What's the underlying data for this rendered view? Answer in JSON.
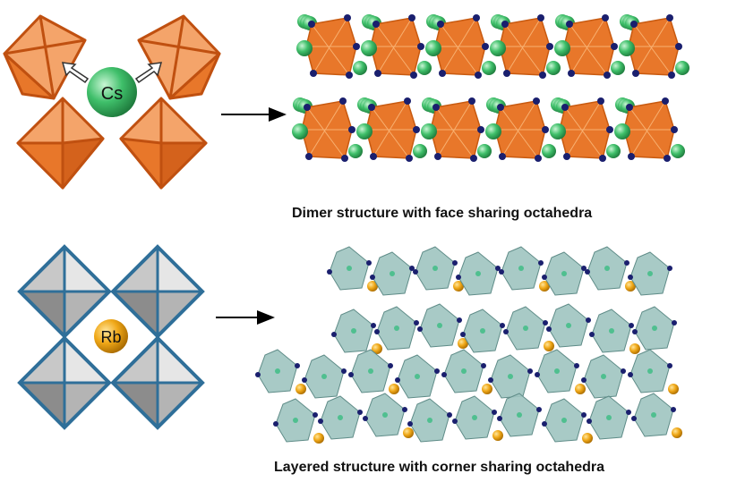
{
  "top": {
    "cation_label": "Cs",
    "caption": "Dimer structure with face sharing octahedra"
  },
  "bottom": {
    "cation_label": "Rb",
    "caption": "Layered structure with corner sharing octahedra"
  },
  "colors": {
    "orange": "#e8772a",
    "orange_dark": "#c85a10",
    "green": "#3fbf6a",
    "navy": "#1a1f6e",
    "teal": "#9fc4c0",
    "blue_outline": "#2f6f99",
    "gold": "#f0a818"
  }
}
